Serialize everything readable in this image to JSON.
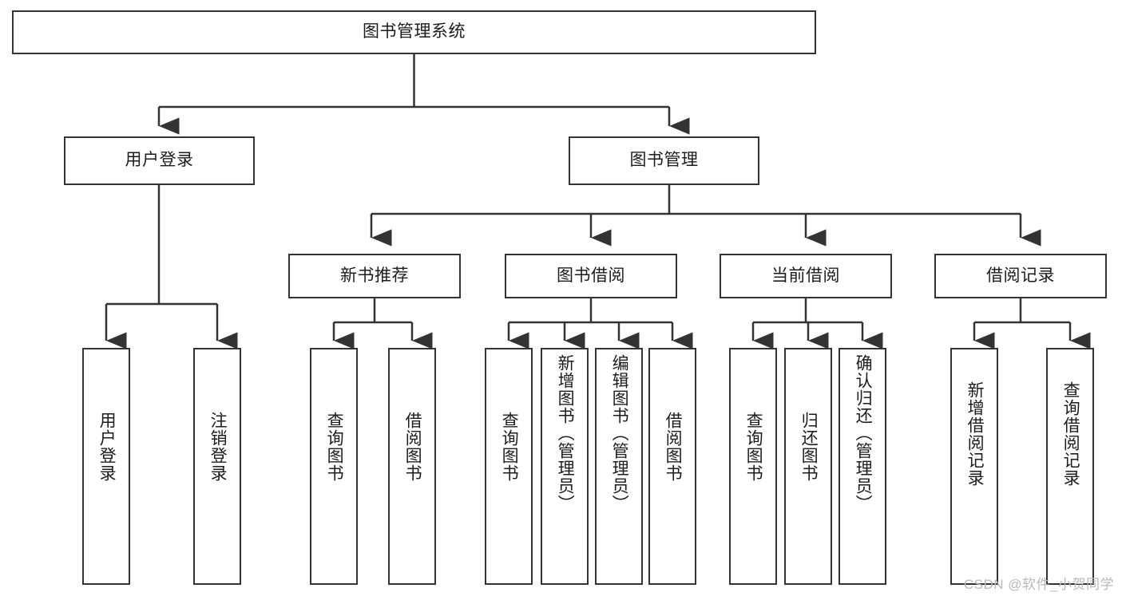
{
  "diagram": {
    "title": "图书管理系统",
    "type": "功能结构图",
    "colors": {
      "stroke": "#333333",
      "fill": "#ffffff",
      "text": "#1c1c1c",
      "watermark": "#b9b9b9"
    }
  },
  "root": {
    "label": "图书管理系统"
  },
  "level1": [
    {
      "id": "user-login",
      "label": "用户登录"
    },
    {
      "id": "book-manage",
      "label": "图书管理"
    }
  ],
  "level2": [
    {
      "id": "new-book-recommend",
      "label": "新书推荐",
      "parent": "book-manage"
    },
    {
      "id": "book-borrow",
      "label": "图书借阅",
      "parent": "book-manage"
    },
    {
      "id": "current-borrow",
      "label": "当前借阅",
      "parent": "book-manage"
    },
    {
      "id": "borrow-record",
      "label": "借阅记录",
      "parent": "book-manage"
    }
  ],
  "leaves": {
    "user_login": [
      {
        "id": "leaf-user-login",
        "label": "用户登录"
      },
      {
        "id": "leaf-logout-login",
        "label": "注销登录"
      }
    ],
    "new_book_recommend": [
      {
        "id": "leaf-query-book-1",
        "label": "查询图书"
      },
      {
        "id": "leaf-borrow-book-1",
        "label": "借阅图书"
      }
    ],
    "book_borrow": [
      {
        "id": "leaf-query-book-2",
        "label": "查询图书"
      },
      {
        "id": "leaf-add-book",
        "label": "新增图书（管理员）"
      },
      {
        "id": "leaf-edit-book",
        "label": "编辑图书（管理员）"
      },
      {
        "id": "leaf-borrow-book-2",
        "label": "借阅图书"
      }
    ],
    "current_borrow": [
      {
        "id": "leaf-query-book-3",
        "label": "查询图书"
      },
      {
        "id": "leaf-return-book",
        "label": "归还图书"
      },
      {
        "id": "leaf-confirm-return",
        "label": "确认归还（管理员）"
      }
    ],
    "borrow_record": [
      {
        "id": "leaf-add-record",
        "label": "新增借阅记录"
      },
      {
        "id": "leaf-query-record",
        "label": "查询借阅记录"
      }
    ]
  },
  "watermark": {
    "text": "CSDN @软件_小贺同学"
  }
}
